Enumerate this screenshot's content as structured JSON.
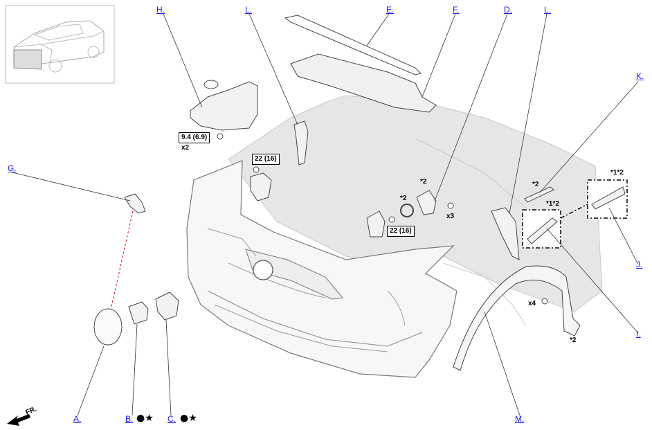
{
  "callouts": {
    "a": "A.",
    "b": "B.",
    "c": "C.",
    "d": "D.",
    "e": "E.",
    "f": "F.",
    "g": "G.",
    "h": "H.",
    "i": "I.",
    "j": "J.",
    "k": "K.",
    "l1": "L.",
    "l2": "L.",
    "m": "M."
  },
  "specs": {
    "torque_h": "9.4 (6.9)",
    "qty_h": "x2",
    "torque_left": "22 (16)",
    "torque_center": "22 (16)",
    "note_2_upper": "*2",
    "note_2_washer": "*2",
    "qty_d": "x3",
    "note_2_k": "*2",
    "note_12_j": "*1*2",
    "note_12_i": "*1*2",
    "qty_m": "x4",
    "note_2_m": "*2"
  },
  "symbols": {
    "b": "●★",
    "c": "●★"
  },
  "direction": {
    "label": "FR."
  },
  "colors": {
    "link": "#1a1aff",
    "outline": "#555555",
    "engine_fill": "#e6e6e6",
    "leader_dashed": "#cc0000"
  }
}
